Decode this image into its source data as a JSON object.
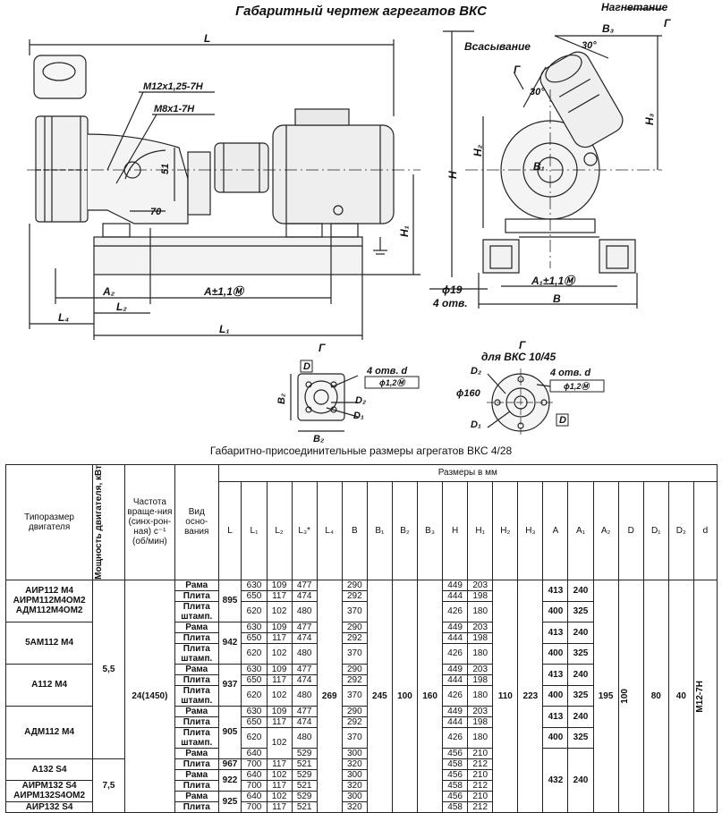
{
  "title": "Габаритный чертеж агрегатов ВКС",
  "caption": "Габаритно-присоединительные размеры агрегатов ВКС 4/28",
  "drawing": {
    "L": "L",
    "thread1": "M12x1,25-7H",
    "thread2": "M8x1-7H",
    "dim51": "51",
    "dim70": "70",
    "H1": "H₁",
    "A2": "A₂",
    "L2": "L₂",
    "A": "A±1,1Ⓜ",
    "L4": "L₄",
    "L1": "L₁",
    "G": "Г",
    "suction": "Всасывание",
    "discharge": "Нагнетание",
    "B3": "B₃",
    "angle30a": "30°",
    "angle30b": "30°",
    "H": "H",
    "H2": "H₂",
    "H3": "H₃",
    "B1": "B₁",
    "A1": "A₁±1,1Ⓜ",
    "d19": "ϕ19",
    "holes4": "4 отв.",
    "B": "B",
    "viewG1": "Г",
    "viewG2": "Г",
    "forVks": "для ВКС 10/45",
    "D": "D",
    "D2": "D₂",
    "D1": "D₁",
    "B2": "B₂",
    "B2b": "B₂",
    "holes4d": "4 отв. d",
    "holes4d2": "4 отв. d",
    "tol": "ϕ1,2Ⓜ",
    "tol2": "ϕ1,2Ⓜ",
    "d160": "ϕ160"
  },
  "table": {
    "h_motor": "Типоразмер двигателя",
    "h_power": "Мощность двигателя, кВт",
    "h_freq": "Частота враще-ния (синх-рон-ная) с⁻¹ (об/мин)",
    "h_base": "Вид осно-вания",
    "h_dims": "Размеры в мм",
    "cols": [
      "L",
      "L₁",
      "L₂",
      "L₃*",
      "L₄",
      "B",
      "B₁",
      "B₂",
      "B₃",
      "H",
      "H₁",
      "H₂",
      "H₃",
      "A",
      "A₁",
      "A₂",
      "D",
      "D₁",
      "D₂",
      "d"
    ],
    "motors": {
      "m1": "АИР112 М4\nАИРМ112М4ОМ2\nАДМ112М4ОМ2",
      "m2": "5АМ112 М4",
      "m3": "А112 М4",
      "m4": "АДМ112 М4",
      "m5": "А132 S4",
      "m6": "АИРМ132 S4\nАИРМ132S4ОМ2",
      "m7": "АИР132 S4"
    },
    "power1": "5,5",
    "power2": "7,5",
    "freq": "24(1450)",
    "shared": {
      "L4": "269",
      "B1": "245",
      "B2": "100",
      "B3": "160",
      "H2": "110",
      "H3": "223",
      "A2": "195",
      "D": "100",
      "D1": "80",
      "D2": "40",
      "d": "M12-7H"
    },
    "Lvals": [
      "895",
      "942",
      "937",
      "905",
      "967",
      "922",
      "925"
    ],
    "rama": "Рама",
    "plita": "Плита",
    "plita_st": "Плита штамп.",
    "r_rama": [
      "630",
      "109",
      "477",
      "290",
      "449",
      "203"
    ],
    "r_plita": [
      "650",
      "117",
      "474",
      "292",
      "444",
      "198"
    ],
    "r_stamp": [
      "620",
      "102",
      "480",
      "370",
      "426",
      "180"
    ],
    "r_rama2": [
      "640",
      "",
      "529",
      "300",
      "456",
      "210"
    ],
    "r_plita2": [
      "700",
      "117",
      "521",
      "320",
      "458",
      "212"
    ],
    "r_rama3": [
      "640",
      "102",
      "529",
      "300",
      "456",
      "210"
    ],
    "L2_102": "102",
    "A_413": "413",
    "A1_240": "240",
    "A_400": "400",
    "A1_325": "325",
    "A_432": "432"
  }
}
